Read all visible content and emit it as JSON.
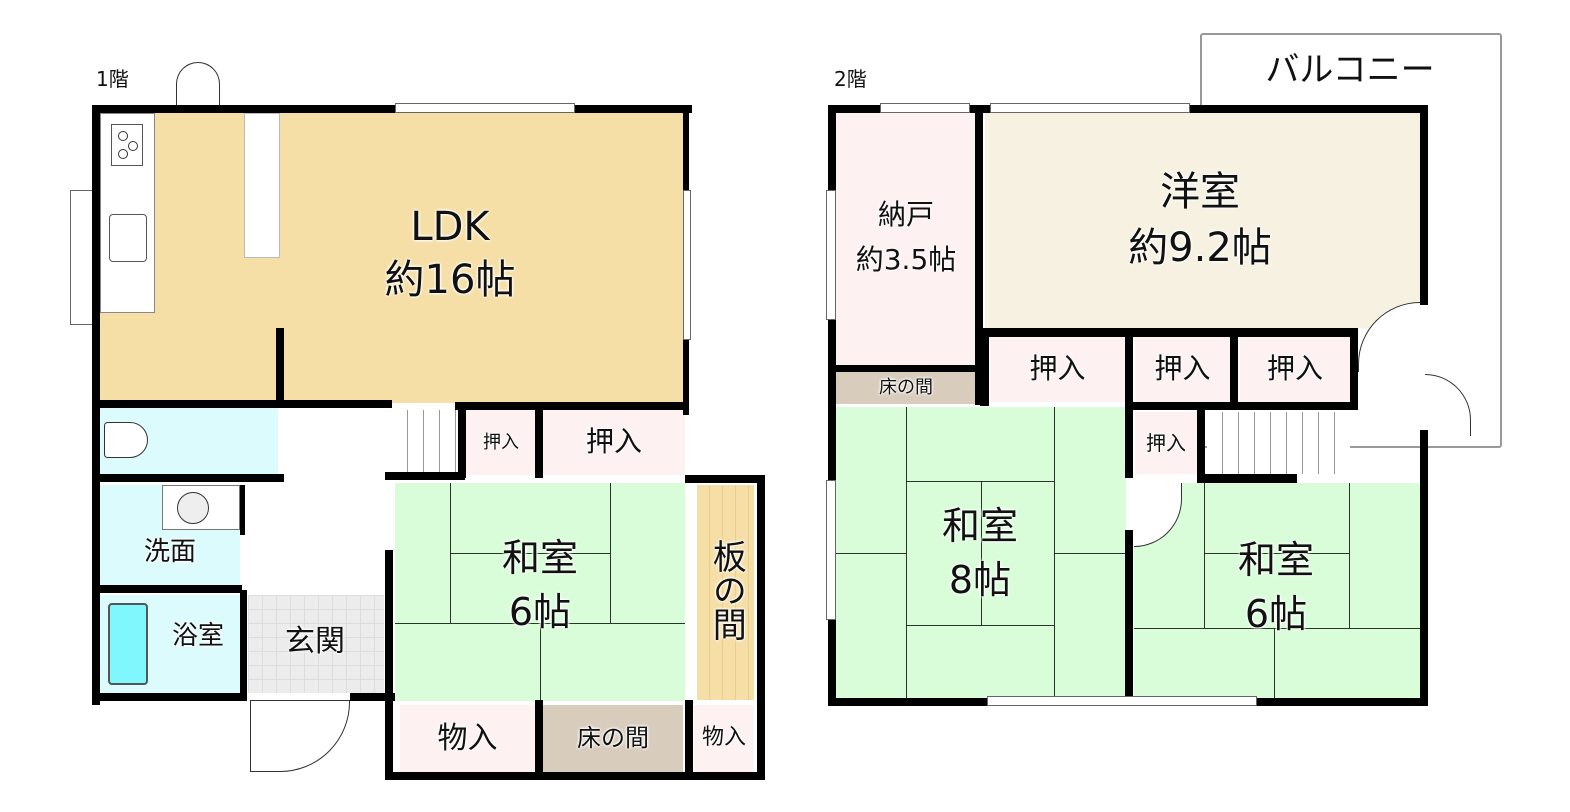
{
  "floor1": {
    "label": "1階",
    "rooms": {
      "ldk": {
        "name": "LDK",
        "size": "約16帖"
      },
      "washroom": "洗面",
      "bath": "浴室",
      "entrance": "玄関",
      "washitsu": {
        "name": "和室",
        "size": "6帖"
      },
      "itanoma": "板の間",
      "oshiire_small": "押入",
      "oshiire": "押入",
      "monoire_left": "物入",
      "tokonoma": "床の間",
      "monoire_right": "物入"
    }
  },
  "floor2": {
    "label": "2階",
    "balcony": "バルコニー",
    "rooms": {
      "nando": {
        "name": "納戸",
        "size": "約3.5帖"
      },
      "yoshitsu": {
        "name": "洋室",
        "size": "約9.2帖"
      },
      "tokonoma": "床の間",
      "oshiire1": "押入",
      "oshiire2": "押入",
      "oshiire3": "押入",
      "oshiire4": "押入",
      "washitsu8": {
        "name": "和室",
        "size": "8帖"
      },
      "washitsu6": {
        "name": "和室",
        "size": "6帖"
      }
    }
  },
  "colors": {
    "ldk": "#f5dfa6",
    "wet": "#dcfbfd",
    "tatami": "#d8fdd8",
    "closet": "#fdf1f1",
    "tokonoma": "#d8ccbd",
    "western": "#f6f1e1"
  }
}
